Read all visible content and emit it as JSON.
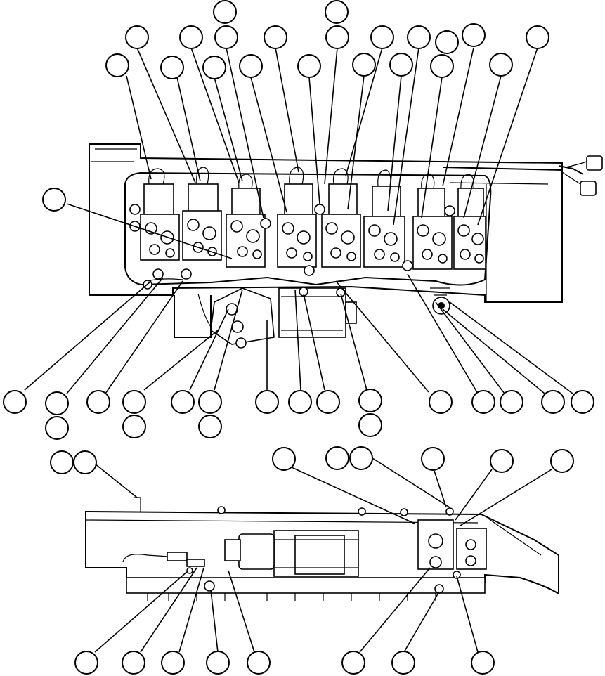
{
  "diagram": {
    "kind": "exploded parts drawing",
    "views": [
      "top-assembly",
      "side-assembly"
    ],
    "callout_style": "blank circular balloons with leader lines",
    "colors": {
      "ink": "#000000",
      "paper": "#ffffff"
    }
  }
}
